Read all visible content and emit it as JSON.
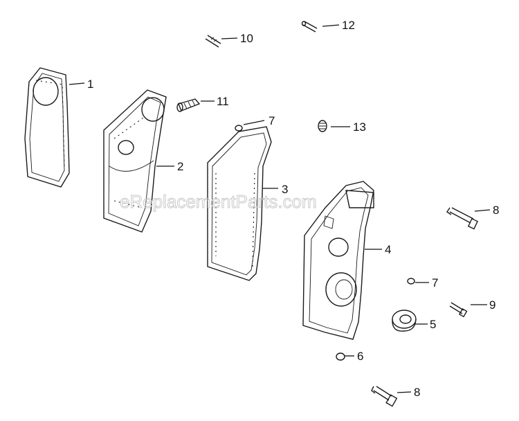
{
  "watermark": "eReplacementParts.com",
  "callouts": [
    {
      "id": "c1",
      "label": "1"
    },
    {
      "id": "c2",
      "label": "2"
    },
    {
      "id": "c3",
      "label": "3"
    },
    {
      "id": "c4",
      "label": "4"
    },
    {
      "id": "c5",
      "label": "5"
    },
    {
      "id": "c6",
      "label": "6"
    },
    {
      "id": "c7a",
      "label": "7"
    },
    {
      "id": "c7b",
      "label": "7"
    },
    {
      "id": "c8a",
      "label": "8"
    },
    {
      "id": "c8b",
      "label": "8"
    },
    {
      "id": "c9",
      "label": "9"
    },
    {
      "id": "c10",
      "label": "10"
    },
    {
      "id": "c11",
      "label": "11"
    },
    {
      "id": "c12",
      "label": "12"
    },
    {
      "id": "c13",
      "label": "13"
    }
  ]
}
